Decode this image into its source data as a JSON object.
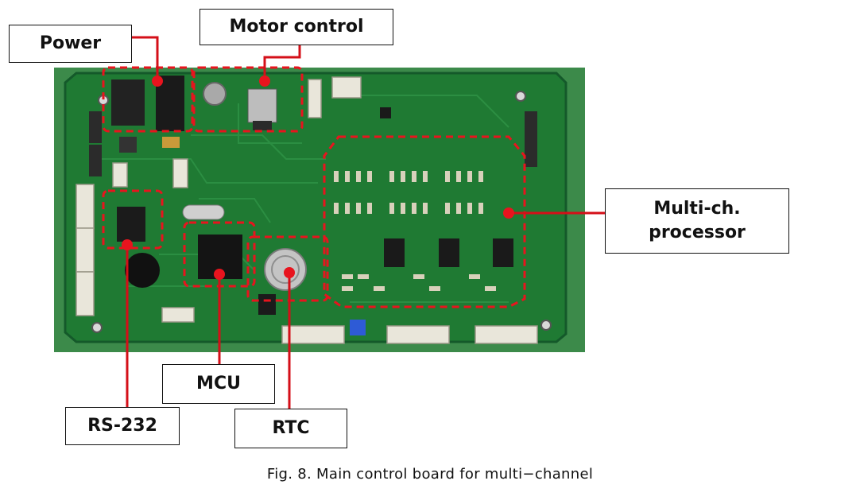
{
  "labels": {
    "power": "Power",
    "motor_control": "Motor control",
    "multi_ch_line1": "Multi-ch.",
    "multi_ch_line2": "processor",
    "mcu": "MCU",
    "rs232": "RS-232",
    "rtc": "RTC"
  },
  "caption": "Fig. 8. Main control board for multi−channel",
  "colors": {
    "pcb": "#1f7a33",
    "pcb_dark": "#14592a",
    "photo_bg": "#3c8a4a",
    "highlight": "#e8141e",
    "leader": "#d40f18",
    "connector": "#e9e6da"
  }
}
